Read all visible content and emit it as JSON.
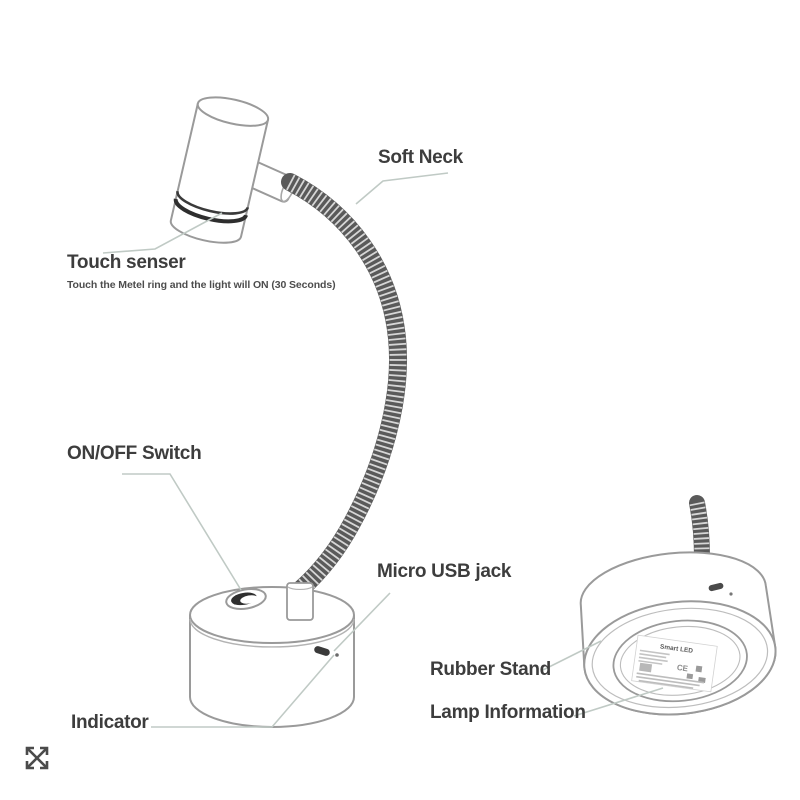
{
  "callouts": {
    "soft_neck": {
      "label": "Soft Neck"
    },
    "touch_sensor": {
      "label": "Touch senser",
      "sub": "Touch the Metel ring and the light will ON (30 Seconds)"
    },
    "on_off_switch": {
      "label": "ON/OFF Switch"
    },
    "micro_usb": {
      "label": "Micro USB jack"
    },
    "indicator": {
      "label": "Indicator"
    },
    "rubber_stand": {
      "label": "Rubber Stand"
    },
    "lamp_information": {
      "label": "Lamp Information"
    }
  },
  "bottom_view": {
    "label_title": "Smart LED",
    "ce_mark": "CE"
  },
  "icons": {
    "expand": "expand-arrows-icon"
  },
  "colors": {
    "outline": "#9a9a9a",
    "dark_detail": "#3a3a3a",
    "neck_dark": "#5a5a5a",
    "neck_rib_light": "#d6d6d6",
    "leader_line": "#c0cac5",
    "label_text": "#3d3d3d"
  }
}
